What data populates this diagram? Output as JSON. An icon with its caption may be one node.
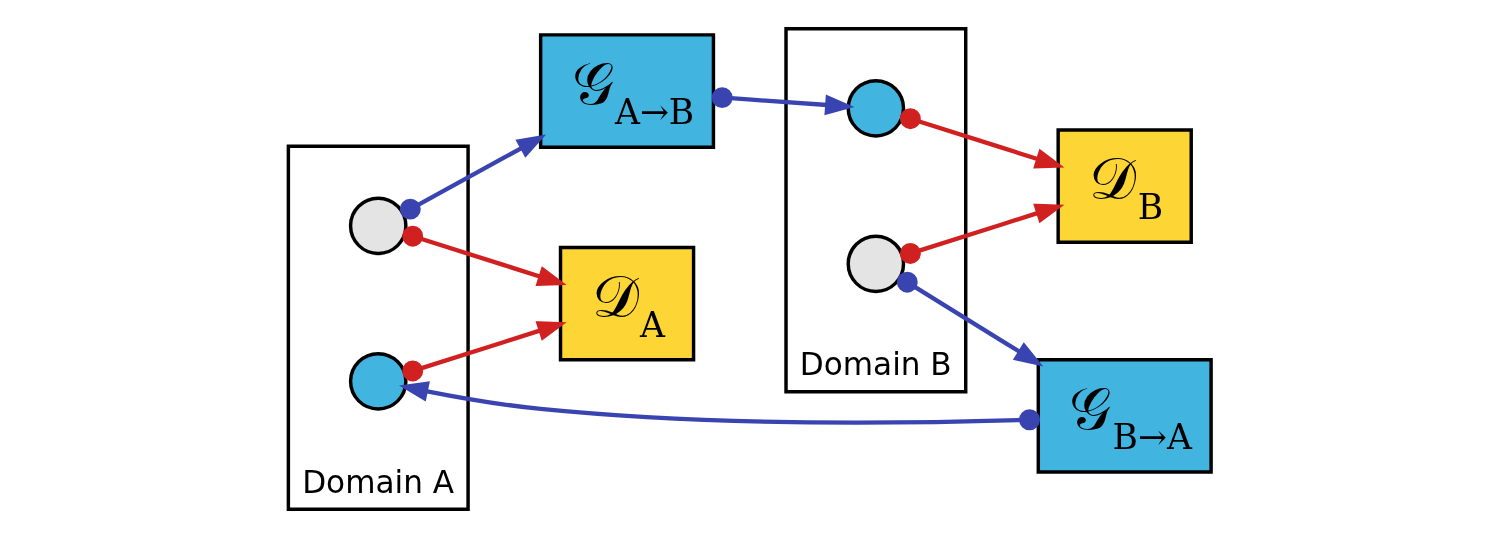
{
  "diagram": {
    "nodes": [
      {
        "text": [
          "𝒟$_{A}$"
        ]
      },
      {
        "text": [
          "Domain A"
        ]
      },
      {
        "text": [],
        "shape": "circle",
        "in": 1
      },
      {
        "text": [],
        "shape": "circle",
        "in": 1
      },
      {
        "text": [
          "𝒢$_{A→B}$"
        ]
      },
      {
        "text": [
          "𝒢$_{B→A}$"
        ]
      },
      {
        "text": [
          "Domain B"
        ]
      },
      {
        "text": [],
        "shape": "circle",
        "in": 6
      },
      {
        "text": [],
        "shape": "circle",
        "in": 6
      },
      {
        "text": [
          "𝒟$_{B}$"
        ]
      }
    ],
    "edges": [
      {
        "from": 2,
        "to": 0,
        "arrow": "to",
        "color": "#d02020"
      },
      {
        "from": 3,
        "to": 0,
        "arrow": "to",
        "color": "#d02020"
      },
      {
        "from": 2,
        "to": 4,
        "arrow": "to",
        "color": "#3a44b0"
      },
      {
        "from": 4,
        "to": 7,
        "arrow": "to",
        "color": "#3a44b0"
      },
      {
        "from": 7,
        "to": 9,
        "arrow": "to",
        "color": "#d02020"
      },
      {
        "from": 8,
        "to": 9,
        "arrow": "to",
        "color": "#d02020"
      },
      {
        "from": 8,
        "to": 5,
        "arrow": "to",
        "color": "#3a44b0"
      },
      {
        "from": 5,
        "to": 3,
        "arrow": "to",
        "color": "#3a44b0"
      }
    ]
  }
}
